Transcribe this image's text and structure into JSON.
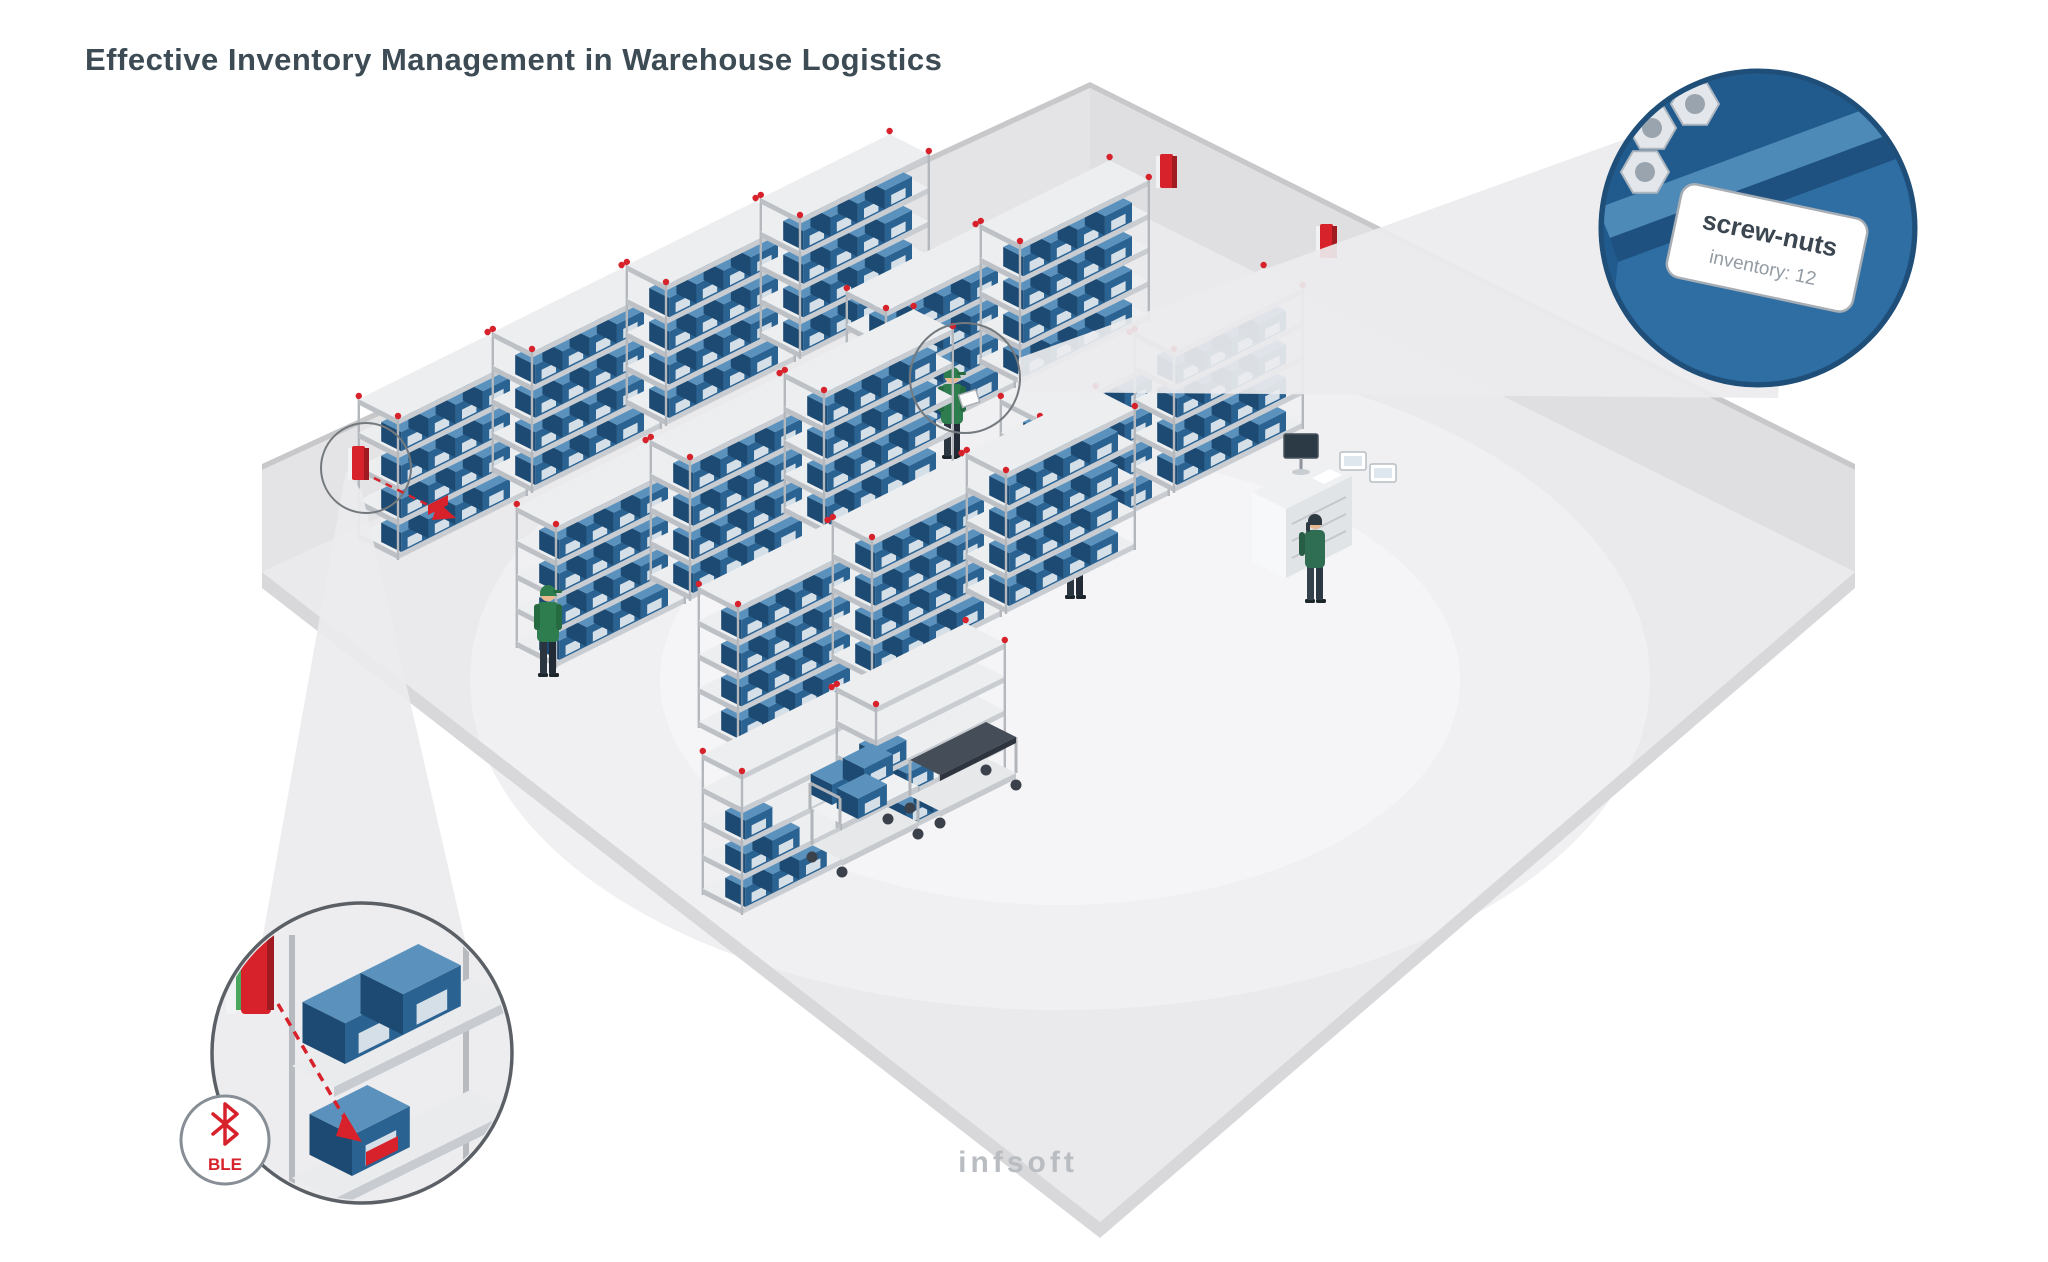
{
  "page": {
    "title": "Effective Inventory Management in Warehouse Logistics",
    "watermark": "infsoft"
  },
  "callouts": {
    "bin_zoom": {
      "label": "screw-nuts",
      "sublabel": "inventory: 12"
    },
    "beacon_zoom": {
      "badge": "BLE"
    }
  },
  "icons": {
    "bluetooth": "bluetooth-icon",
    "beacon": "ble-beacon"
  },
  "colors": {
    "beacon_red": "#d8222b",
    "bin_blue_front": "#2a6292",
    "bin_blue_top": "#5b92bd",
    "bin_blue_side": "#1c4a72",
    "worker_green": "#2e7d4e",
    "callout_blue": "#2d6a9e",
    "floor_gray": "#eaeaec",
    "wall_gray": "#e4e4e6",
    "title_text": "#3d4b55",
    "watermark_gray": "#b9bdc2"
  }
}
